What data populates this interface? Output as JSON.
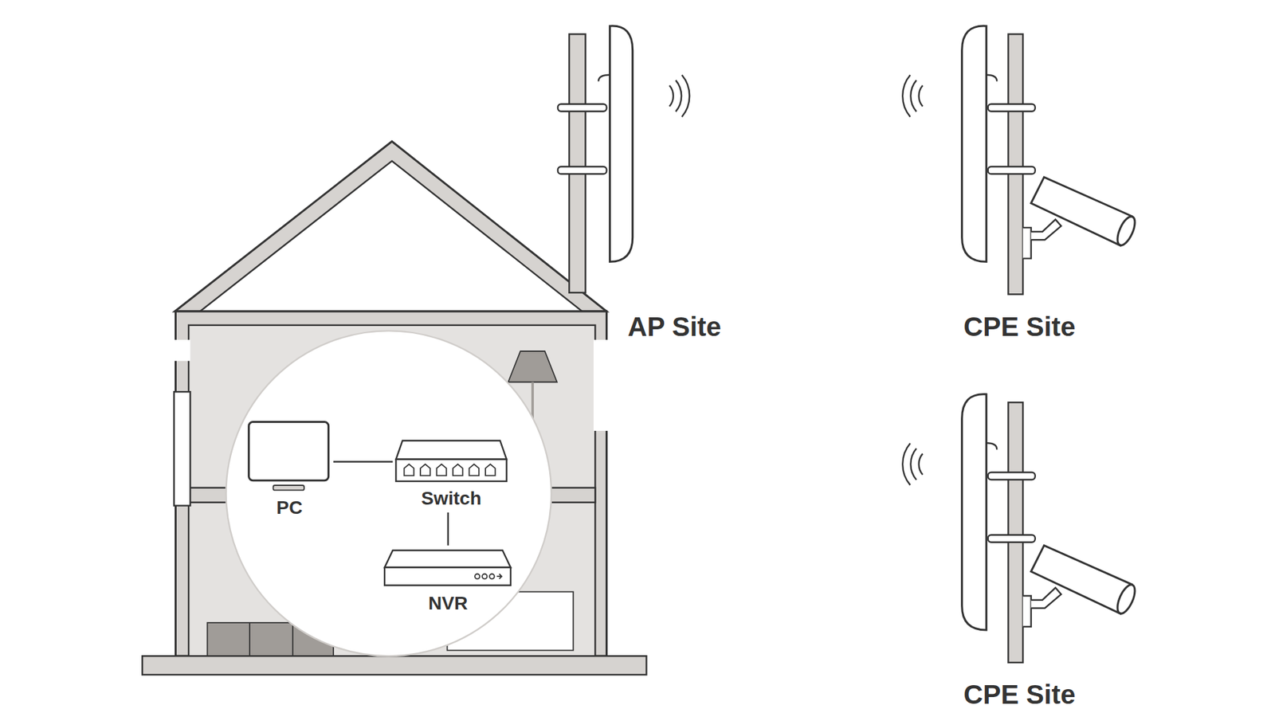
{
  "diagram": {
    "nodes": [
      {
        "text": [
          "PC"
        ]
      },
      {
        "text": [
          "Switch"
        ]
      },
      {
        "text": [
          "NVR"
        ]
      }
    ],
    "edges": [
      {
        "from": 0,
        "to": 1,
        "arrow": "none"
      },
      {
        "from": 1,
        "to": 2,
        "arrow": "none"
      }
    ],
    "labels": [
      "AP Site",
      "CPE Site",
      "CPE Site"
    ]
  }
}
